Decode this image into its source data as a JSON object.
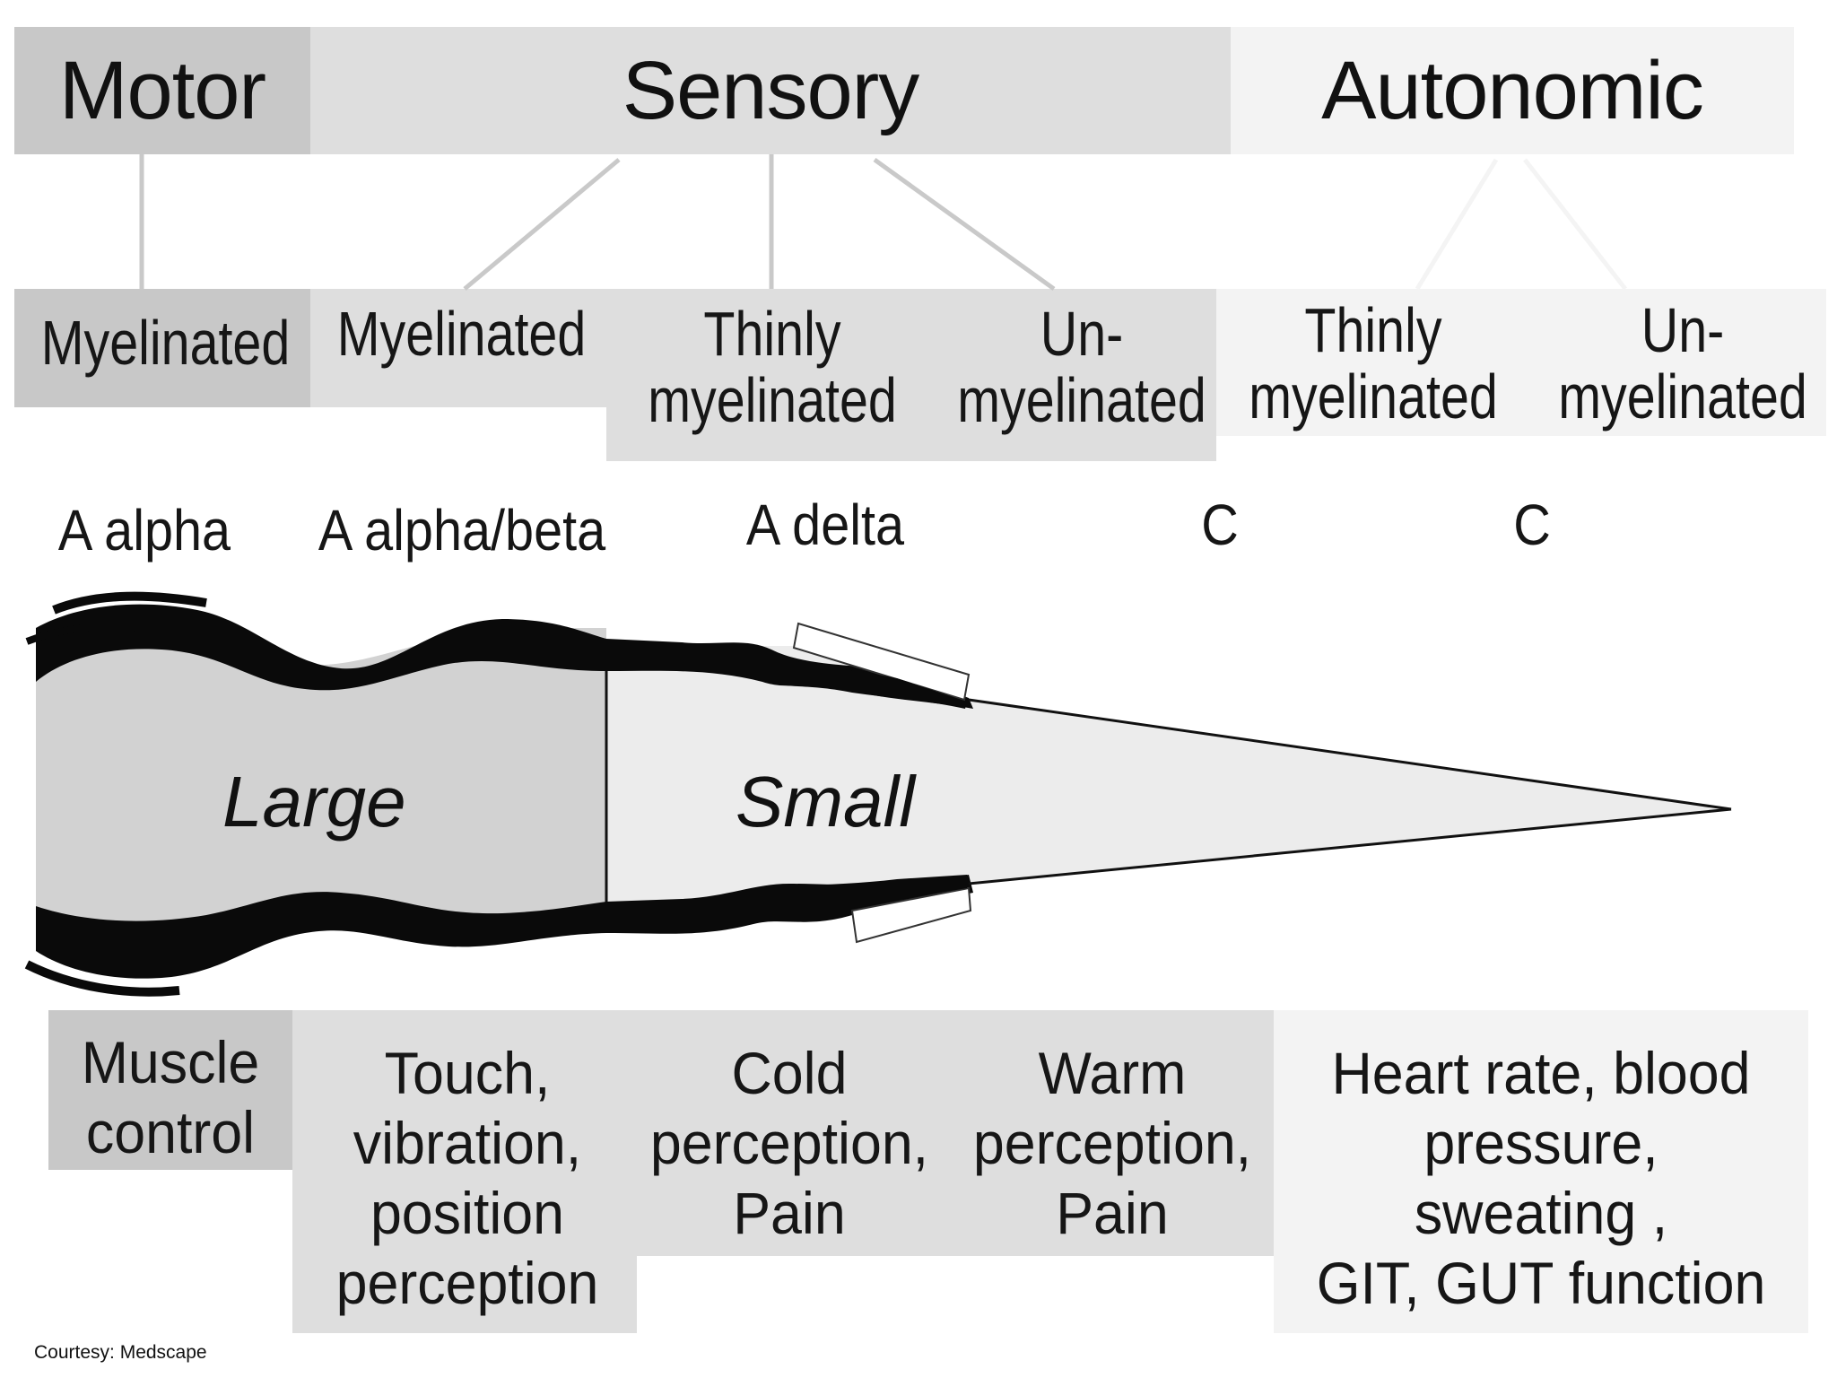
{
  "headers": {
    "motor": "Motor",
    "sensory": "Sensory",
    "autonomic": "Autonomic"
  },
  "fiber_types": {
    "motor_myelinated": "Myelinated",
    "sensory_myelinated": "Myelinated",
    "sensory_thinly": [
      "Thinly",
      "myelinated"
    ],
    "sensory_un": [
      "Un-",
      "myelinated"
    ],
    "auto_thinly": [
      "Thinly",
      "myelinated"
    ],
    "auto_un": [
      "Un-",
      "myelinated"
    ]
  },
  "classes": {
    "motor": "A alpha",
    "sensory_large": "A alpha/beta",
    "sensory_delta": "A delta",
    "sensory_c": "C",
    "auto_c": "C"
  },
  "sizes": {
    "large": "Large",
    "small": "Small"
  },
  "functions": {
    "muscle": [
      "Muscle",
      "control"
    ],
    "touch": [
      "Touch,",
      "vibration,",
      "position",
      "perception"
    ],
    "cold": [
      "Cold",
      "perception,",
      "Pain"
    ],
    "warm": [
      "Warm",
      "perception,",
      "Pain"
    ],
    "autonomic": [
      "Heart rate, blood",
      "pressure,",
      "sweating ,",
      "GIT, GUT function"
    ]
  },
  "credit": "Courtesy: Medscape",
  "colors": {
    "motor_fill": "#c8c8c8",
    "sensory_fill": "#dedede",
    "autonomic_fill": "#f3f3f3",
    "nerve_dark": "#0a0a0a"
  }
}
